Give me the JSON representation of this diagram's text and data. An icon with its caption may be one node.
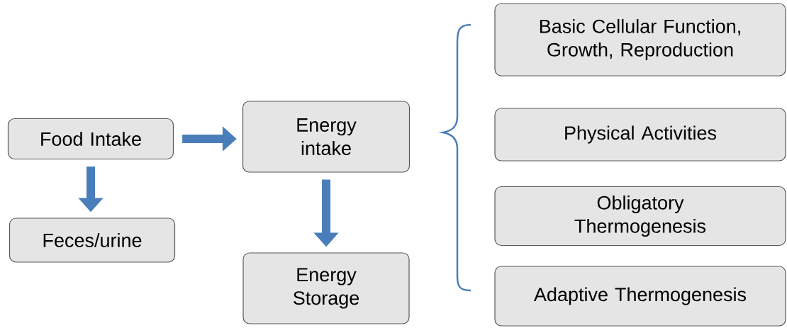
{
  "diagram": {
    "nodes": [
      {
        "text": [
          "Food Intake"
        ]
      },
      {
        "text": [
          "Energy intake"
        ]
      },
      {
        "text": [
          "Feces/urine"
        ]
      },
      {
        "text": [
          "Energy Storage"
        ]
      },
      {
        "text": [
          "Basic Cellular Function, Growth, Reproduction"
        ]
      },
      {
        "text": [
          "Physical Activities"
        ]
      },
      {
        "text": [
          "Obligatory Thermogenesis"
        ]
      },
      {
        "text": [
          "Adaptive Thermogenesis"
        ]
      }
    ],
    "edges": [
      {
        "from": 0,
        "to": 1,
        "arrow": "to"
      },
      {
        "from": 0,
        "to": 2,
        "arrow": "to"
      },
      {
        "from": 1,
        "to": 3,
        "arrow": "to"
      }
    ]
  }
}
